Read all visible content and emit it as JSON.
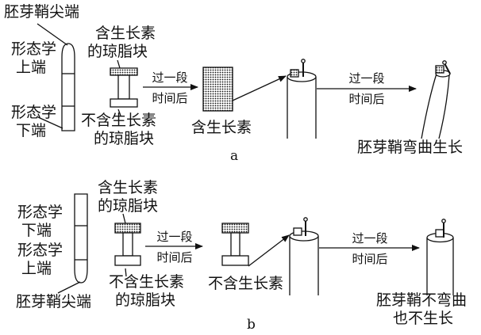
{
  "diagram": {
    "panel_a": {
      "label": "a",
      "tip": "胚芽鞘尖端",
      "morph_top_1": "形态学",
      "morph_top_2": "上端",
      "morph_bot_1": "形态学",
      "morph_bot_2": "下端",
      "donor_1": "含生长素",
      "donor_2": "的琼脂块",
      "receiver_1": "不含生长素",
      "receiver_2": "的琼脂块",
      "arrow1_1": "过一段",
      "arrow1_2": "时间后",
      "result_block": "含生长素",
      "arrow2_1": "过一段",
      "arrow2_2": "时间后",
      "result": "胚芽鞘弯曲生长"
    },
    "panel_b": {
      "label": "b",
      "morph_top_1": "形态学",
      "morph_top_2": "下端",
      "morph_bot_1": "形态学",
      "morph_bot_2": "上端",
      "tip": "胚芽鞘尖端",
      "donor_1": "含生长素",
      "donor_2": "的琼脂块",
      "receiver_1": "不含生长素",
      "receiver_2": "的琼脂块",
      "arrow1_1": "过一段",
      "arrow1_2": "时间后",
      "result_block": "不含生长素",
      "arrow2_1": "过一段",
      "arrow2_2": "时间后",
      "result_1": "胚芽鞘不弯曲",
      "result_2": "也不生长"
    }
  }
}
